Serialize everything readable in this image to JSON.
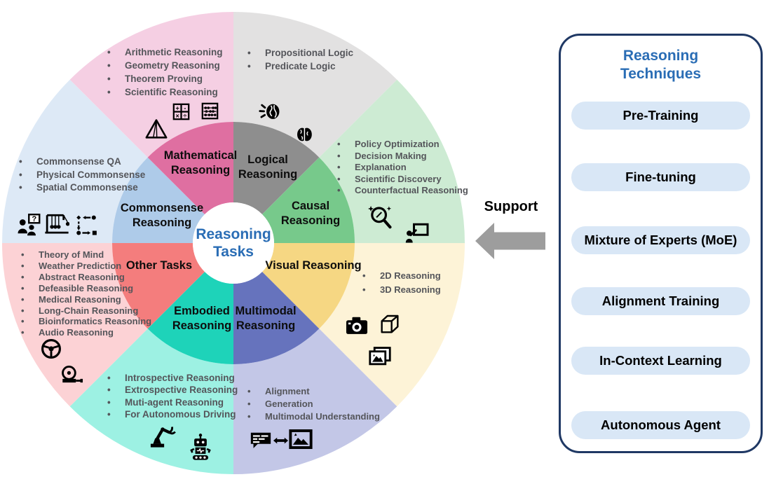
{
  "center": {
    "title": "Reasoning Tasks"
  },
  "support_label": "Support",
  "support_arrow_color": "#9d9d9d",
  "wheel": {
    "segments": [
      {
        "id": "logical",
        "label": "Logical Reasoning",
        "inner_color": "#8e8e8e",
        "outer_color": "#e2e1e1",
        "items": [
          "Propositional Logic",
          "Predicate Logic"
        ],
        "icons": [
          "brain-idea-icon",
          "brain-icon"
        ]
      },
      {
        "id": "causal",
        "label": "Causal Reasoning",
        "inner_color": "#77c98b",
        "outer_color": "#cdebd3",
        "items": [
          "Policy Optimization",
          "Decision Making",
          "Explanation",
          "Scientific Discovery",
          "Counterfactual Reasoning"
        ],
        "icons": [
          "magnifier-sparkle-icon",
          "presenter-icon"
        ]
      },
      {
        "id": "visual",
        "label": "Visual Reasoning",
        "inner_color": "#f6d783",
        "outer_color": "#fdf3d7",
        "items": [
          "2D Reasoning",
          "3D Reasoning"
        ],
        "icons": [
          "camera-icon",
          "cube-icon",
          "photos-icon"
        ]
      },
      {
        "id": "multimodal",
        "label": "Multimodal Reasoning",
        "inner_color": "#6673bd",
        "outer_color": "#c3c7e7",
        "items": [
          "Alignment",
          "Generation",
          "Multimodal Understanding"
        ],
        "icons": [
          "chat-icon",
          "double-arrow-icon",
          "image-icon"
        ]
      },
      {
        "id": "embodied",
        "label": "Embodied Reasoning",
        "inner_color": "#1ed3b9",
        "outer_color": "#9df1e3",
        "items": [
          "Introspective Reasoning",
          "Extrospective Reasoning",
          "Muti-agent Reasoning",
          "For Autonomous Driving"
        ],
        "icons": [
          "robot-arm-icon",
          "robot-icon"
        ]
      },
      {
        "id": "other",
        "label": "Other Tasks",
        "inner_color": "#f47d7d",
        "outer_color": "#fcd2d5",
        "items": [
          "Theory of Mind",
          "Weather Prediction",
          "Abstract Reasoning",
          "Defeasible Reasoning",
          "Medical Reasoning",
          "Long-Chain Reasoning",
          "Bioinformatics Reasoning",
          "Audio Reasoning"
        ],
        "icons": [
          "steering-wheel-icon",
          "tape-measure-icon"
        ]
      },
      {
        "id": "commonsense",
        "label": "Commonsense Reasoning",
        "inner_color": "#aecbe9",
        "outer_color": "#dde9f6",
        "items": [
          "Commonsense QA",
          "Physical Commonsense",
          "Spatial Commonsense"
        ],
        "icons": [
          "people-qa-icon",
          "newtons-cradle-icon",
          "spatial-relation-icon"
        ]
      },
      {
        "id": "mathematical",
        "label": "Mathematical Reasoning",
        "inner_color": "#df6fa1",
        "outer_color": "#f5cfe3",
        "items": [
          "Arithmetic Reasoning",
          "Geometry Reasoning",
          "Theorem Proving",
          "Scientific Reasoning"
        ],
        "icons": [
          "calculator-icon",
          "abacus-icon",
          "pyramid-icon"
        ]
      }
    ]
  },
  "panel": {
    "title": "Reasoning Techniques",
    "accent_color": "#2a6db5",
    "border_color": "#1f3864",
    "pill_color": "#d9e7f6",
    "items": [
      "Pre-Training",
      "Fine-tuning",
      "Mixture of Experts (MoE)",
      "Alignment Training",
      "In-Context Learning",
      "Autonomous Agent"
    ]
  }
}
